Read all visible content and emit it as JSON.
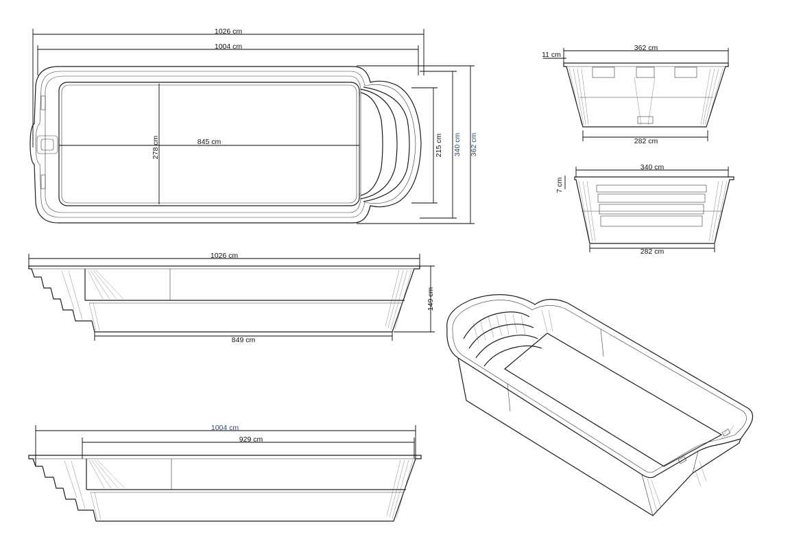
{
  "plan_view": {
    "overall_length": "1026 cm",
    "inner_length": "1004 cm",
    "basin_length": "845 cm",
    "basin_width": "278 cm",
    "step_width": "215 cm",
    "inner_width": "340 cm",
    "overall_width": "362 cm"
  },
  "end_section_top": {
    "overall_width": "362 cm",
    "rim_height": "11 cm",
    "bottom_width": "282 cm"
  },
  "end_section_bottom": {
    "inner_width": "340 cm",
    "rim_height": "7 cm",
    "bottom_width": "282 cm"
  },
  "side_section_top": {
    "overall_length": "1026 cm",
    "depth": "149 cm",
    "floor_length": "849 cm"
  },
  "side_section_bottom": {
    "inner_length": "1004 cm",
    "deep_length": "929 cm"
  },
  "colors": {
    "line": "#1a1a1a",
    "dimension_blue": "#2b4a73",
    "background": "#ffffff"
  }
}
